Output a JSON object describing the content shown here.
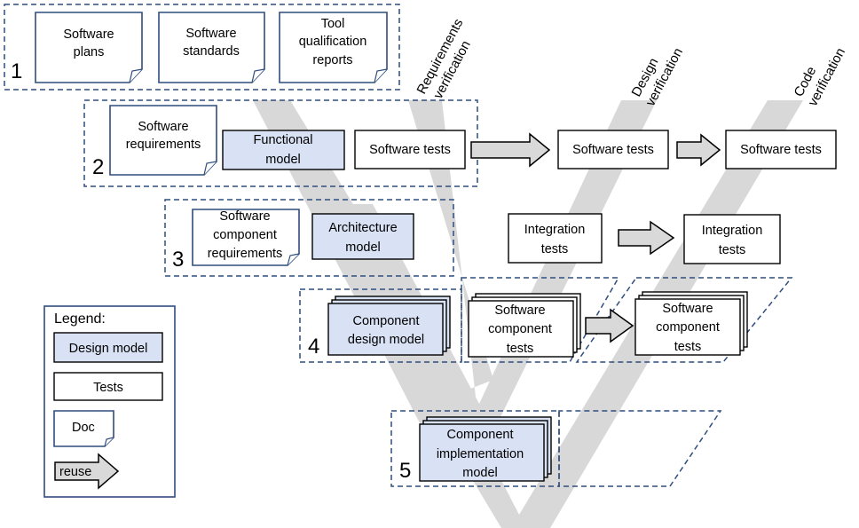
{
  "colors": {
    "design_fill": "#d9e1f4",
    "box_stroke": "#2f4d7e",
    "dash_stroke": "#2f4d7e",
    "v_fill": "#d8d8d8",
    "arrow_fill": "#d9d9d9",
    "text": "#000000"
  },
  "groups": {
    "g1": "1",
    "g2": "2",
    "g3": "3",
    "g4": "4",
    "g5": "5"
  },
  "verification": {
    "requirements": [
      "Requirements",
      "verification"
    ],
    "design": [
      "Design",
      "verification"
    ],
    "code": [
      "Code",
      "verification"
    ]
  },
  "docs": {
    "software_plans": [
      "Software",
      "plans"
    ],
    "software_standards": [
      "Software",
      "standards"
    ],
    "tool_qualification": [
      "Tool",
      "qualification",
      "reports"
    ],
    "software_requirements": [
      "Software",
      "requirements"
    ],
    "component_requirements": [
      "Software",
      "component",
      "requirements"
    ]
  },
  "models": {
    "functional": [
      "Functional",
      "model"
    ],
    "architecture": [
      "Architecture",
      "model"
    ],
    "component_design": [
      "Component",
      "design model"
    ],
    "component_impl": [
      "Component",
      "implementation",
      "model"
    ]
  },
  "tests": {
    "software_tests_1": [
      "Software tests"
    ],
    "software_tests_2": [
      "Software tests"
    ],
    "software_tests_3": [
      "Software tests"
    ],
    "integration_1": [
      "Integration",
      "tests"
    ],
    "integration_2": [
      "Integration",
      "tests"
    ],
    "component_tests_1": [
      "Software",
      "component",
      "tests"
    ],
    "component_tests_2": [
      "Software",
      "component",
      "tests"
    ]
  },
  "legend": {
    "title": "Legend:",
    "design_model": "Design model",
    "tests": "Tests",
    "doc": "Doc",
    "reuse": "reuse"
  }
}
